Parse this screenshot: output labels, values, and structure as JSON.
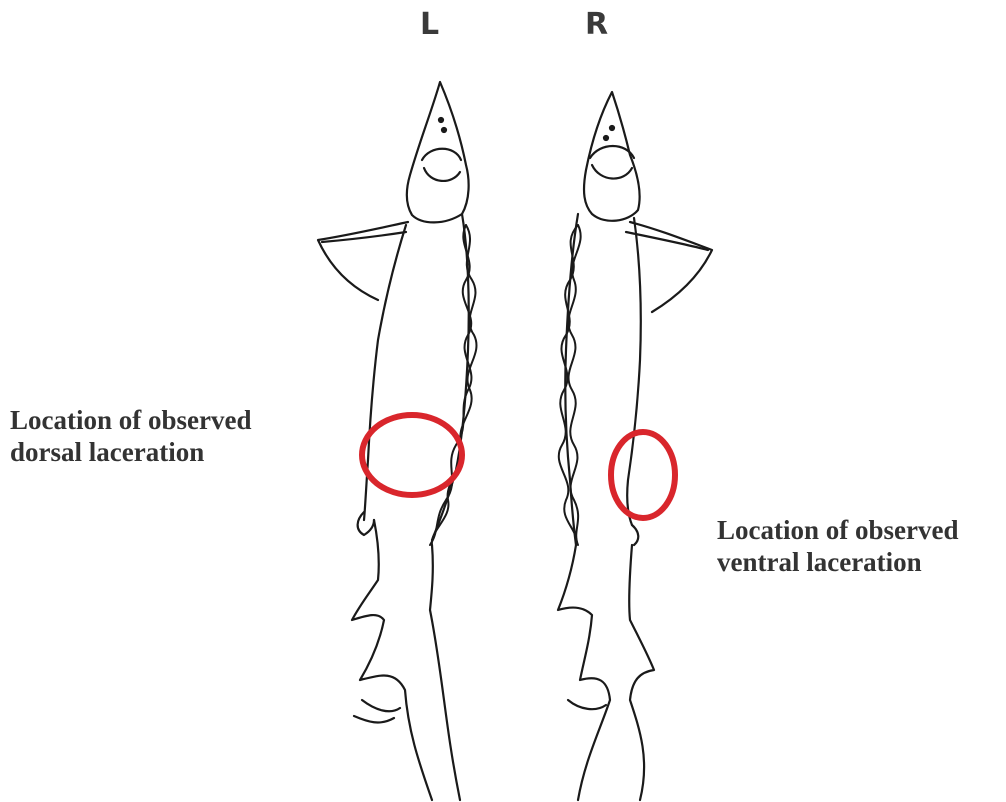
{
  "labels": {
    "left_side": "L",
    "right_side": "R"
  },
  "annotations": {
    "dorsal": {
      "line1": "Location of observed",
      "line2": "dorsal laceration"
    },
    "ventral": {
      "line1": "Location of observed",
      "line2": "ventral laceration"
    }
  },
  "colors": {
    "outline": "#1a1a1a",
    "marker": "#d9262c",
    "text": "#333333"
  }
}
